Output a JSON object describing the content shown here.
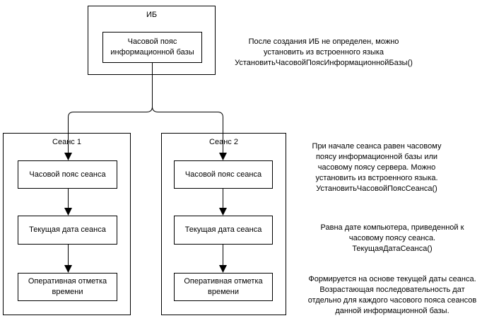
{
  "colors": {
    "line": "#000000",
    "background": "#ffffff",
    "text": "#000000"
  },
  "diagram": {
    "ib": {
      "title": "ИБ",
      "timezone_label": "Часовой пояс\nинформационной базы"
    },
    "sessions": [
      {
        "title": "Сеанс 1",
        "steps": [
          "Часовой пояс сеанса",
          "Текущая дата сеанса",
          "Оперативная отметка\nвремени"
        ]
      },
      {
        "title": "Сеанс 2",
        "steps": [
          "Часовой пояс сеанса",
          "Текущая дата сеанса",
          "Оперативная отметка\nвремени"
        ]
      }
    ],
    "annotations": [
      "После создания ИБ не определен, можно\nустановить из встроенного языка\nУстановитьЧасовойПоясИнформационнойБазы()",
      "При начале сеанса равен часовому\nпоясу информационной базы  или\nчасовому поясу сервера. Можно\nустановить из встроенного языка.\nУстановитьЧасовойПоясСеанса()",
      "Равна дате компьютера, приведенной к\nчасовому поясу сеанса.\nТекущаяДатаСеанса()",
      "Формируется на основе текущей даты сеанса.\nВозрастающая последовательность дат\nотдельно для каждого часового пояса сеансов\nданной информационной базы."
    ]
  }
}
